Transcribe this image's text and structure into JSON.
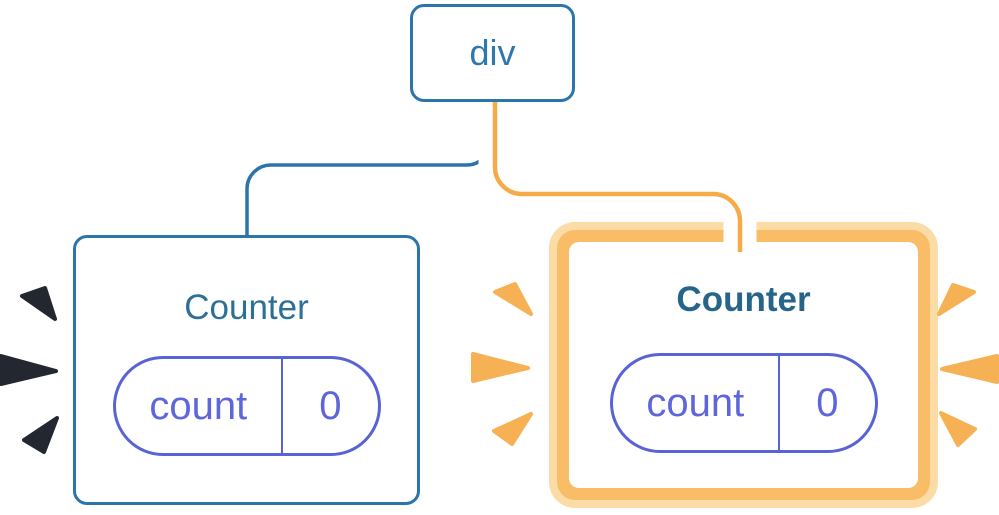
{
  "diagram": {
    "root": {
      "label": "div"
    },
    "left_counter": {
      "title": "Counter",
      "state_key": "count",
      "state_value": "0"
    },
    "right_counter": {
      "title": "Counter",
      "state_key": "count",
      "state_value": "0"
    }
  },
  "colors": {
    "node_border_blue": "#2B75AB",
    "node_text_blue": "#2F78AC",
    "left_title_blue": "#2D7095",
    "right_title_blue": "#26648A",
    "pill_purple_border": "#5A63D3",
    "pill_purple_text": "#5E66DB",
    "highlight_orange": "#F8BD66",
    "highlight_orange_pale": "#FCDCA6",
    "connector_orange": "#F6AB48",
    "connector_blue": "#2B75AB",
    "spark_orange": "#F6B155",
    "spark_navy": "#23272F"
  }
}
